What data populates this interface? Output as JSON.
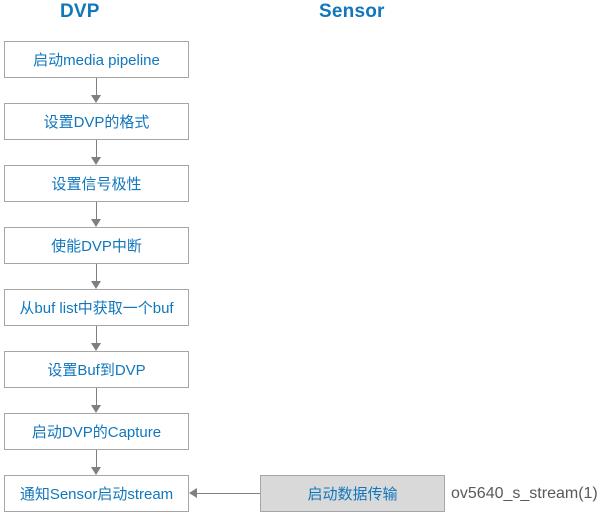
{
  "diagram": {
    "headers": {
      "left": "DVP",
      "right": "Sensor"
    },
    "steps": [
      "启动media pipeline",
      "设置DVP的格式",
      "设置信号极性",
      "使能DVP中断",
      "从buf list中获取一个buf",
      "设置Buf到DVP",
      "启动DVP的Capture",
      "通知Sensor启动stream"
    ],
    "sensor_box": {
      "label": "启动数据传输"
    },
    "annotation": "ov5640_s_stream(1)",
    "colors": {
      "text_blue": "#1177bd",
      "box_border_gray": "#a6a6a6",
      "arrow_gray": "#7f7f7f",
      "step_box_fill": "#ffffff",
      "sensor_box_fill": "#d9d9d9",
      "annotation_gray": "#595959",
      "background": "#ffffff"
    }
  }
}
